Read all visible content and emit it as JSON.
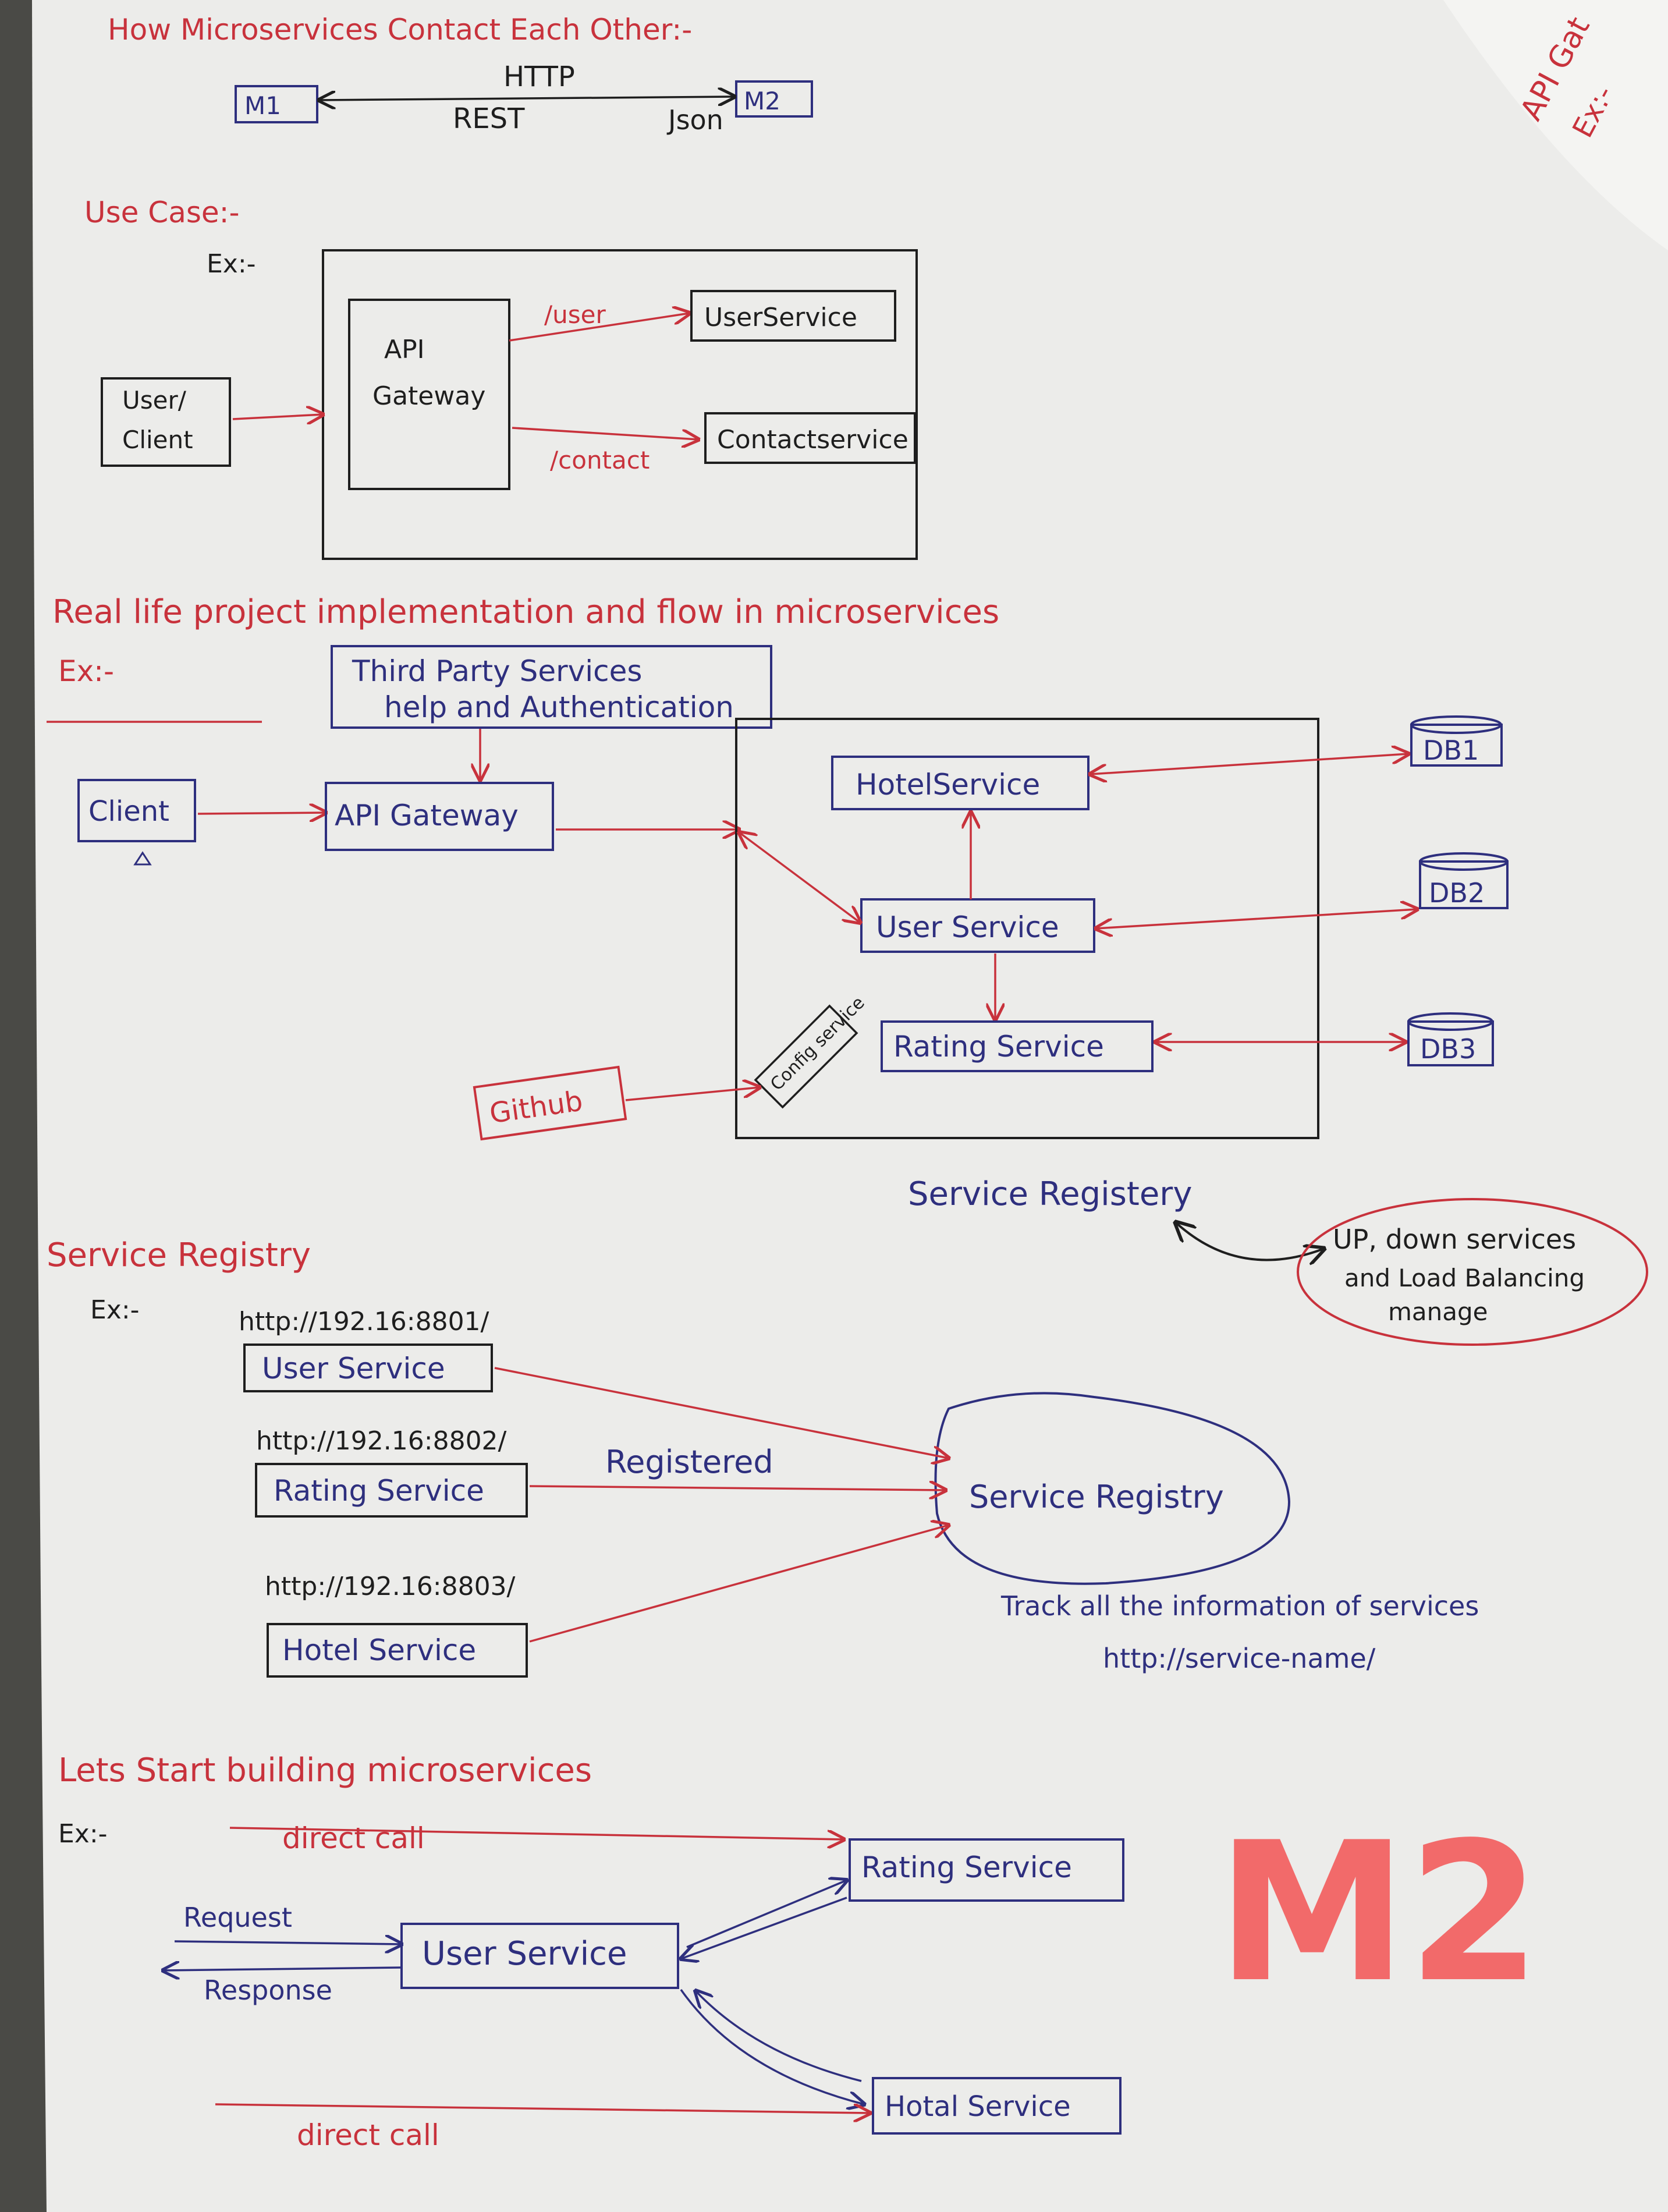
{
  "section1": {
    "heading": "How Microservices Contact Each Other:-",
    "m1": "M1",
    "m2": "M2",
    "http": "HTTP",
    "rest": "REST",
    "json": "Json"
  },
  "section2": {
    "heading": "Use Case:-",
    "ex": "Ex:-",
    "client": "User/ Client",
    "gateway": "API Gateway",
    "route_user": "/user",
    "route_contact": "/contact",
    "user_service": "UserService",
    "contact_service": "Contactservice"
  },
  "section3": {
    "heading": "Real life project implementation and flow in microservices",
    "ex": "Ex:-",
    "third_party_line1": "Third Party Services",
    "third_party_line2": "help and Authentication",
    "client": "Client",
    "gateway": "API Gateway",
    "hotel_service": "HotelService",
    "user_service": "User Service",
    "rating_service": "Rating Service",
    "config_service": "Config service",
    "github": "Github",
    "db1": "DB1",
    "db2": "DB2",
    "db3": "DB3",
    "service_registry": "Service Registery",
    "note_line1": "UP, down services",
    "note_line2": "and Load Balancing",
    "note_line3": "manage"
  },
  "section4": {
    "heading": "Service Registry",
    "ex": "Ex:-",
    "url1": "http://192.16:8801/",
    "url2": "http://192.16:8802/",
    "url3": "http://192.16:8803/",
    "user_service": "User Service",
    "rating_service": "Rating Service",
    "hotel_service": "Hotel Service",
    "registered": "Registered",
    "registry": "Service Registry",
    "track_note": "Track all the information of services",
    "service_url": "http://service-name/"
  },
  "section5": {
    "heading": "Lets Start building microservices",
    "ex": "Ex:-",
    "direct_call_top": "direct call",
    "direct_call_bottom": "direct call",
    "request": "Request",
    "response": "Response",
    "user_service": "User Service",
    "rating_service": "Rating Service",
    "hotel_service": "Hotal Service",
    "badge": "M2"
  },
  "corner": {
    "line1": "API Gat",
    "line2": "Ex:-"
  },
  "colors": {
    "paper": "#ececea",
    "red_ink": "#c8323c",
    "blue_ink": "#2e2f7e",
    "badge": "#f26a6a"
  }
}
